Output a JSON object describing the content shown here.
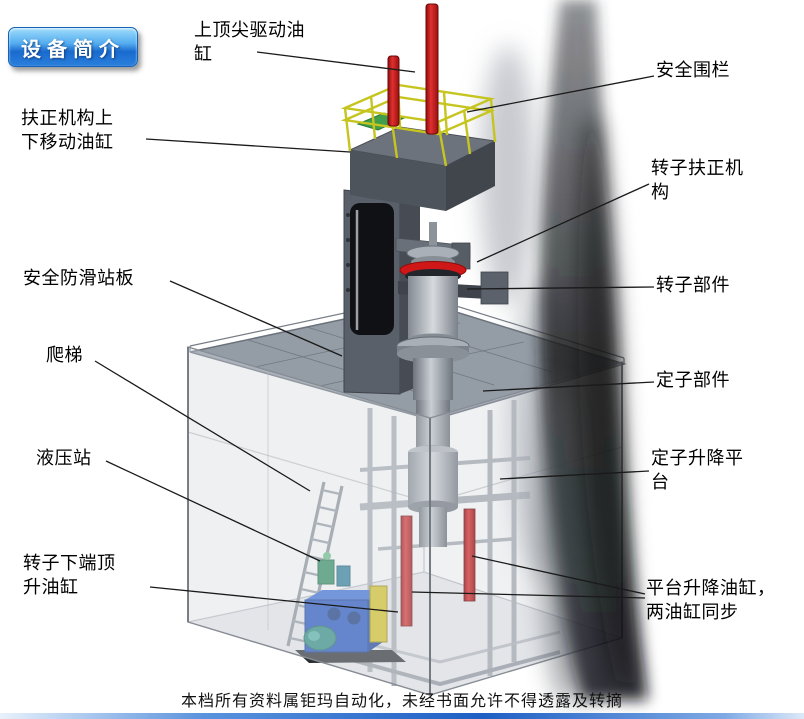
{
  "page": {
    "badge": "设备简介",
    "footer": "本档所有资料属钜玛自动化，未经书面允许不得透露及转摘"
  },
  "colors": {
    "badge_gradient_top": "#9fdcfb",
    "badge_gradient_bottom": "#1a6ace",
    "label_text": "#000000",
    "cylinder_red": "#cf1717",
    "railing_yellow": "#c6c51f",
    "hydraulic_blue": "#2254c4",
    "pump_yellow": "#d8c623",
    "motor_teal": "#2f8f84",
    "plate_green": "#3f9d4c",
    "steel_dark": "#4e545c",
    "steel_mid": "#99a0aa",
    "bottom_bar_blue": "#1d5fc4"
  },
  "labels": [
    {
      "id": "top-tip-drive-cylinder",
      "text": "上顶尖驱动油缸"
    },
    {
      "id": "safety-fence",
      "text": "安全围栏"
    },
    {
      "id": "centering-lift-cylinder",
      "text": "扶正机构上下移动油缸"
    },
    {
      "id": "rotor-centering-mechanism",
      "text": "转子扶正机构"
    },
    {
      "id": "anti-slip-standing-board",
      "text": "安全防滑站板"
    },
    {
      "id": "rotor-component",
      "text": "转子部件"
    },
    {
      "id": "ladder",
      "text": "爬梯"
    },
    {
      "id": "stator-component",
      "text": "定子部件"
    },
    {
      "id": "hydraulic-station",
      "text": "液压站"
    },
    {
      "id": "stator-lifting-platform",
      "text": "定子升降平台"
    },
    {
      "id": "rotor-bottom-jack-cylinder",
      "text": "转子下端顶升油缸"
    },
    {
      "id": "platform-lift-cylinders-sync",
      "text": "平台升降油缸，两油缸同步"
    }
  ]
}
